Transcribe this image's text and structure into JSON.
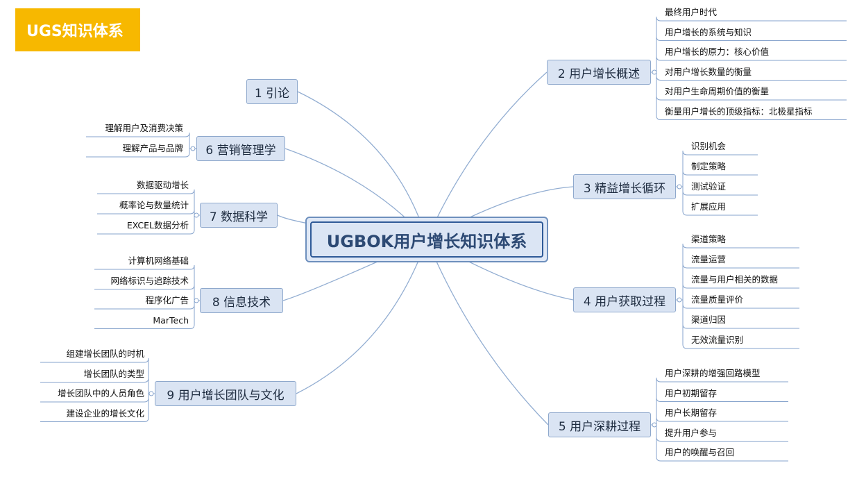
{
  "badge": {
    "text": "UGS知识体系"
  },
  "central": {
    "label": "UGBOK用户增长知识体系"
  },
  "branches": {
    "b1": {
      "label": "1 引论",
      "children": []
    },
    "b2": {
      "label": "2 用户增长概述",
      "children": [
        "最终用户时代",
        "用户增长的系统与知识",
        "用户增长的原力：核心价值",
        "对用户增长数量的衡量",
        "对用户生命周期价值的衡量",
        "衡量用户增长的顶级指标：北极星指标"
      ]
    },
    "b3": {
      "label": "3 精益增长循环",
      "children": [
        "识别机会",
        "制定策略",
        "测试验证",
        "扩展应用"
      ]
    },
    "b4": {
      "label": "4 用户获取过程",
      "children": [
        "渠道策略",
        "流量运营",
        "流量与用户相关的数据",
        "流量质量评价",
        "渠道归因",
        "无效流量识别"
      ]
    },
    "b5": {
      "label": "5 用户深耕过程",
      "children": [
        "用户深耕的增强回路模型",
        "用户初期留存",
        "用户长期留存",
        "提升用户参与",
        "用户的唤醒与召回"
      ]
    },
    "b6": {
      "label": "6 营销管理学",
      "children": [
        "理解用户及消费决策",
        "理解产品与品牌"
      ]
    },
    "b7": {
      "label": "7 数据科学",
      "children": [
        "数据驱动增长",
        "概率论与数量统计",
        "EXCEL数据分析"
      ]
    },
    "b8": {
      "label": "8 信息技术",
      "children": [
        "计算机网络基础",
        "网络标识与追踪技术",
        "程序化广告",
        "MarTech"
      ]
    },
    "b9": {
      "label": "9 用户增长团队与文化",
      "children": [
        "组建增长团队的时机",
        "增长团队的类型",
        "增长团队中的人员角色",
        "建设企业的增长文化"
      ]
    }
  },
  "colors": {
    "badge": "#f7b800",
    "line": "#93aed2",
    "underline": "#86a3cc"
  }
}
